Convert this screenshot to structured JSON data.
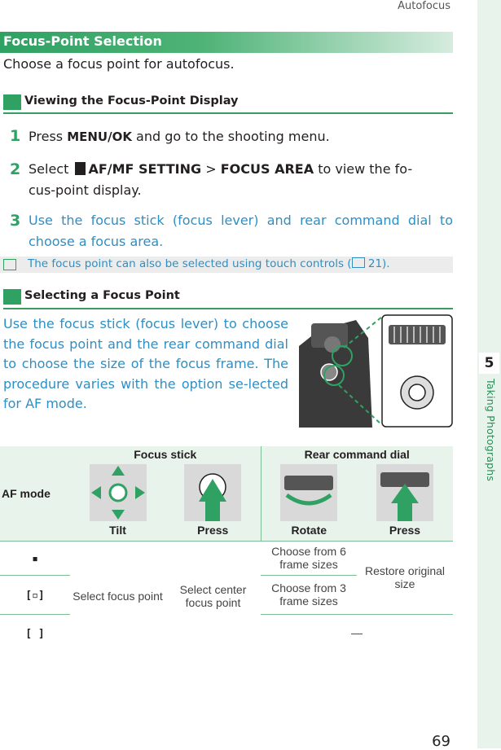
{
  "running_head": "Autofocus",
  "page_number": "69",
  "side_tab": {
    "chapter_number": "5",
    "chapter_name": "Taking Photographs"
  },
  "section": {
    "title": "Focus-Point Selection",
    "intro": "Choose a focus point for autofocus."
  },
  "sub1": {
    "heading": "Viewing the Focus-Point Display",
    "steps": [
      {
        "num": "1",
        "text_a": "Press ",
        "text_b": "MENU/OK",
        "text_c": " and go to the shooting menu."
      },
      {
        "num": "2",
        "text_a": "Select ",
        "text_b": "AF/MF SETTING",
        "text_c": " > ",
        "text_d": "FOCUS AREA",
        "text_e": " to view the fo-",
        "text_f": "cus-point display."
      },
      {
        "num": "3",
        "text": "Use the focus stick (focus lever) and rear command dial to choose a focus area."
      }
    ],
    "note": "The focus point can also be selected using touch controls (",
    "note_ref": " 21)."
  },
  "sub2": {
    "heading": "Selecting a Focus Point",
    "paragraph": "Use the focus stick (focus lever) to choose the focus point and the rear command dial to choose the size of the focus frame. The procedure varies with the option se-lected for AF mode."
  },
  "table": {
    "row_header": "AF mode",
    "group_headers": [
      "Focus stick",
      "Rear command dial"
    ],
    "action_labels": [
      "Tilt",
      "Press",
      "Rotate",
      "Press"
    ],
    "modes": [
      "single-point-icon",
      "zone-icon",
      "wide-tracking-icon"
    ],
    "cells": {
      "select_focus_point": "Select focus point",
      "select_center": "Select center focus point",
      "choose6": "Choose from 6 frame sizes",
      "choose3": "Choose from 3 frame sizes",
      "restore": "Restore original size",
      "dash": "—"
    }
  },
  "colors": {
    "accent_green": "#2fa163",
    "text_blue": "#2d8fc4",
    "tab_bg": "#e8f3ec"
  }
}
